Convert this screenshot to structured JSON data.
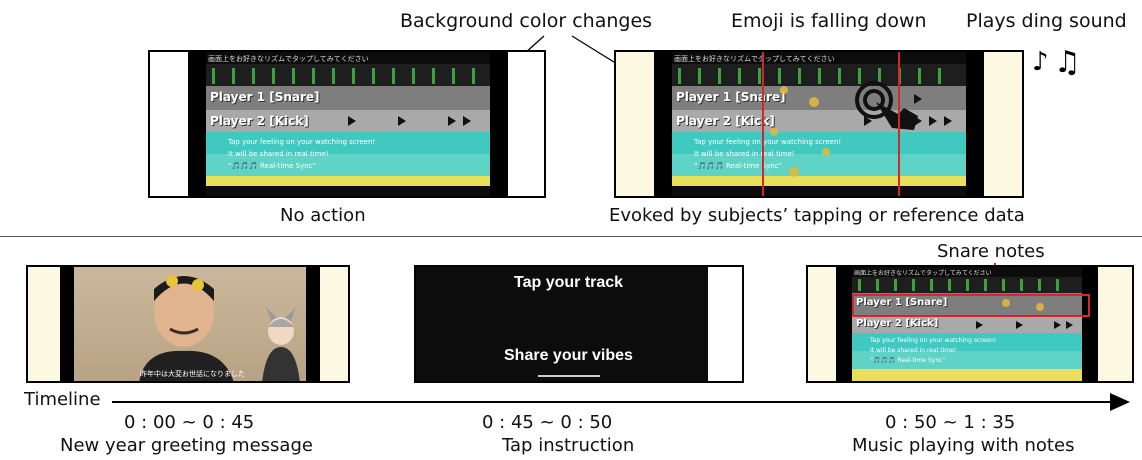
{
  "annotations": {
    "background_color_changes": "Background color changes",
    "emoji_falling": "Emoji is falling down",
    "plays_ding": "Plays ding sound",
    "snare_notes": "Snare notes"
  },
  "top_panels": [
    {
      "caption": "No action"
    },
    {
      "caption": "Evoked by subjects’ tapping or reference data"
    }
  ],
  "screen": {
    "header_text": "画面上をお好きなリズムでタップしてみてください",
    "player1": "Player 1 [Snare]",
    "player2": "Player 2 [Kick]",
    "line1": "Tap your feeling on your watching screen!",
    "line2": "It will be shared in real time!",
    "line3": "“🎵🎵🎵 Real-time Sync”"
  },
  "bottom_panels": [
    {
      "time": "0 : 00 ~ 0 : 45",
      "desc": "New year greeting message",
      "subtitle": "昨年中は大変お世話になりました"
    },
    {
      "time": "0 : 45 ~ 0 : 50",
      "desc": "Tap instruction",
      "line1": "Tap your track",
      "line2": "Share your vibes"
    },
    {
      "time": "0 : 50 ~ 1 : 35",
      "desc": "Music playing with notes"
    }
  ],
  "timeline": {
    "label": "Timeline"
  },
  "colors": {
    "snare_row": "#7e7e7e",
    "kick_row": "#a9a9a9",
    "teal": "#3fc9c0",
    "yellow": "#e8df5a",
    "note_green": "#3ea23a",
    "red": "#d62728",
    "cream": "#fdf8e2"
  }
}
